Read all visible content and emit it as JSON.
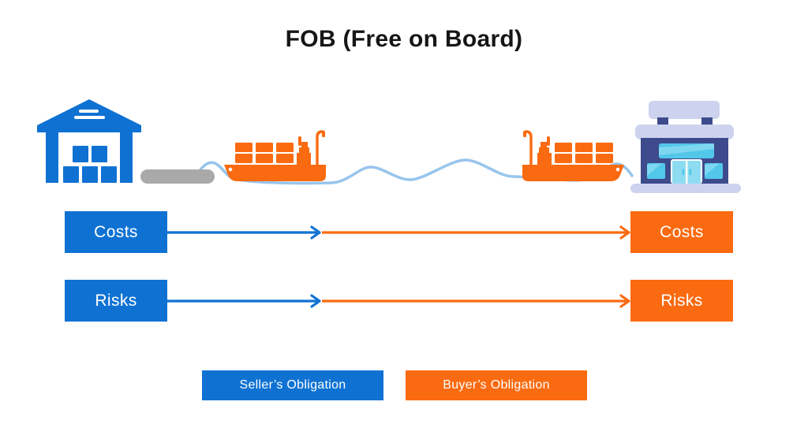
{
  "title": "FOB (Free on Board)",
  "rows": [
    {
      "left_label": "Costs",
      "right_label": "Costs"
    },
    {
      "left_label": "Risks",
      "right_label": "Risks"
    }
  ],
  "legend": [
    {
      "label": "Seller’s Obligation",
      "color": "#0f72d3"
    },
    {
      "label": "Buyer’s Obligation",
      "color": "#fa6a10"
    }
  ],
  "icons": [
    {
      "name": "warehouse-icon",
      "meaning": "seller warehouse with cargo boxes"
    },
    {
      "name": "dock-icon",
      "meaning": "loading dock / pier"
    },
    {
      "name": "ship-left-icon",
      "meaning": "container ship at origin port"
    },
    {
      "name": "wave-icon",
      "meaning": "sea transit route"
    },
    {
      "name": "ship-right-icon",
      "meaning": "container ship at destination port"
    },
    {
      "name": "store-icon",
      "meaning": "buyer storefront"
    },
    {
      "name": "blue-arrow-icon",
      "meaning": "seller obligation span"
    },
    {
      "name": "orange-arrow-icon",
      "meaning": "buyer obligation span"
    }
  ],
  "colors": {
    "seller_blue": "#0f72d3",
    "buyer_orange": "#fa6a10",
    "wave_blue": "#97c5ec",
    "dock_gray": "#a9a9a9",
    "store_navy": "#3d4b8d",
    "store_lavender": "#cdd3ee",
    "store_cyan": "#52c7e9",
    "store_cyan_light": "#8edcf2",
    "title_color": "#161616",
    "background": "#ffffff"
  }
}
